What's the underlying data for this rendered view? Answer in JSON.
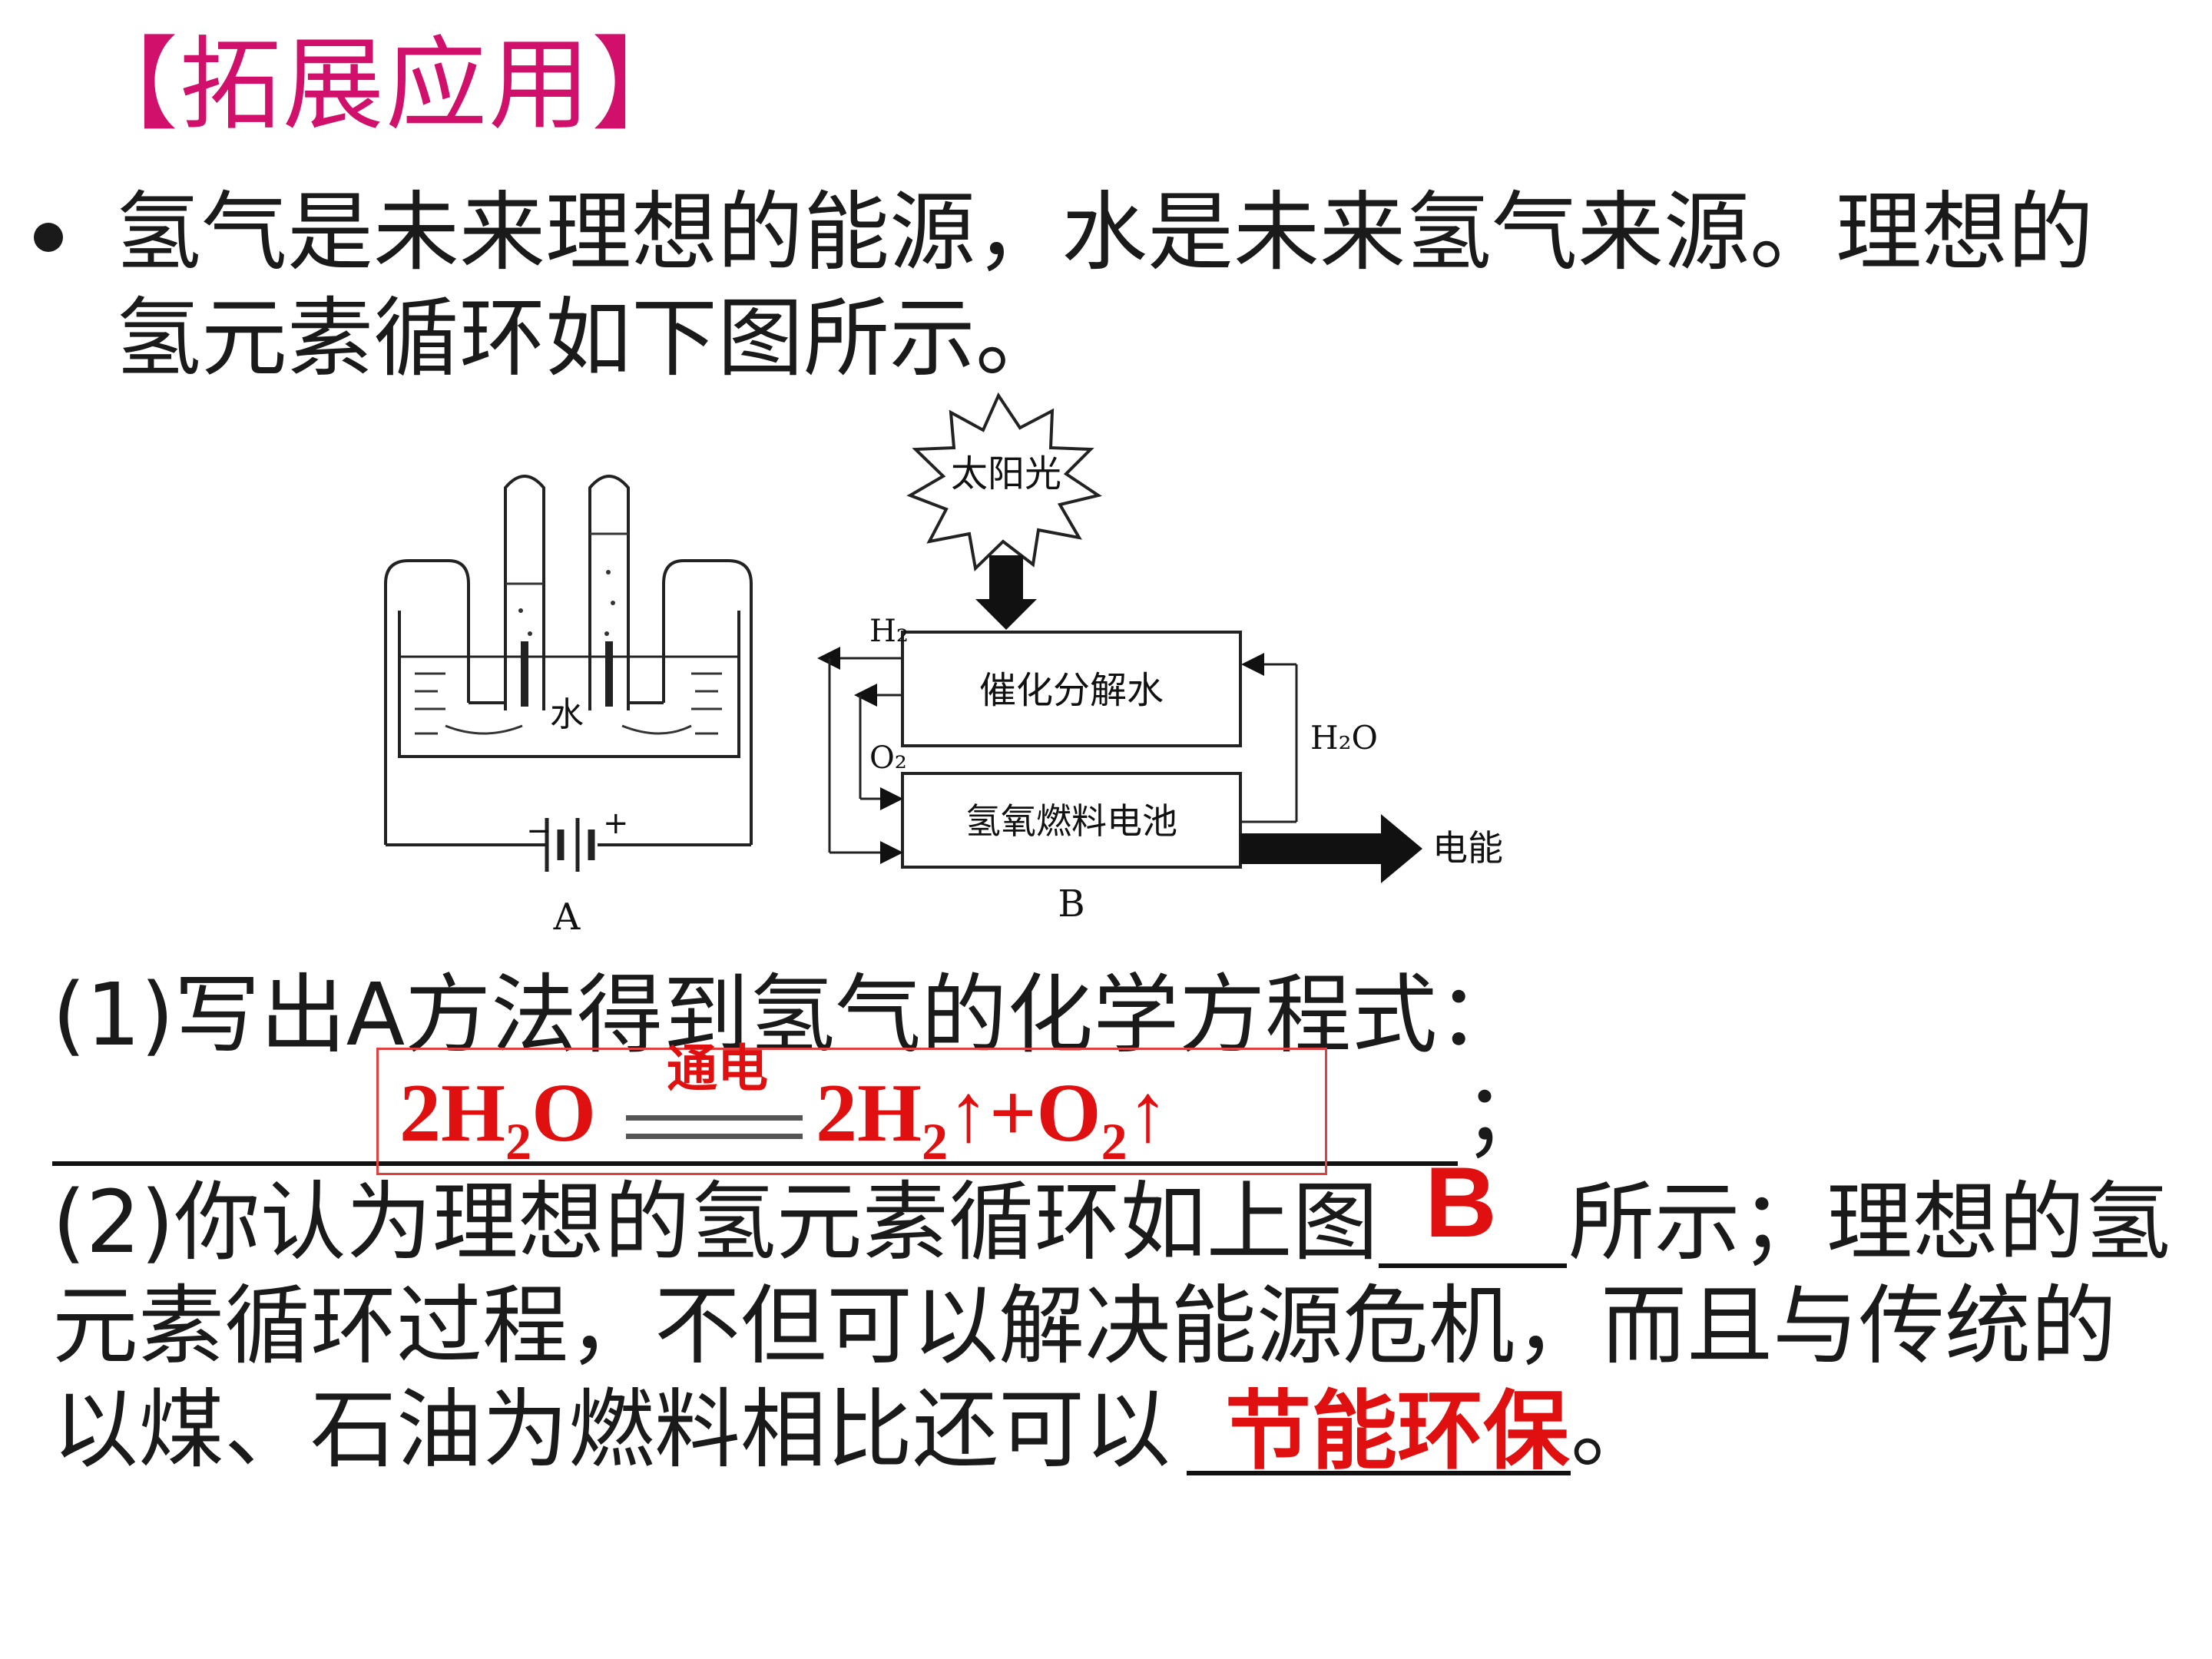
{
  "title": "【拓展应用】",
  "intro": {
    "line1": "氢气是未来理想的能源，水是未来氢气来源。理想的",
    "line2": "氢元素循环如下图所示。"
  },
  "diagram_a": {
    "water_label": "水",
    "minus": "−",
    "plus": "+",
    "caption": "A"
  },
  "diagram_b": {
    "sun_label": "太阳光",
    "box1_label": "催化分解水",
    "box2_label": "氢氧燃料电池",
    "h2_label": "H₂",
    "o2_label": "O₂",
    "h2o_label": "H₂O",
    "energy_label": "电能",
    "caption": "B"
  },
  "question1": {
    "text": "(1)写出A方法得到氢气的化学方程式：",
    "end": "；"
  },
  "equation": {
    "left": "2H",
    "left_sub": "2",
    "left_tail": "O",
    "condition": "通电",
    "right_a": "2H",
    "right_sub1": "2",
    "right_b": "↑+O",
    "right_sub2": "2",
    "right_c": "↑"
  },
  "question2": {
    "prefix": "(2)你认为理想的氢元素循环如上图",
    "answer": "B",
    "suffix": "所示；理想的氢",
    "line2": "元素循环过程，不但可以解决能源危机，而且与传统的",
    "line3_prefix": "以煤、石油为燃料相比还可以",
    "answer2": "节能环保",
    "line3_end": "。"
  },
  "colors": {
    "title": "#d0106a",
    "answer": "#e01010",
    "text": "#1a1a1a"
  }
}
